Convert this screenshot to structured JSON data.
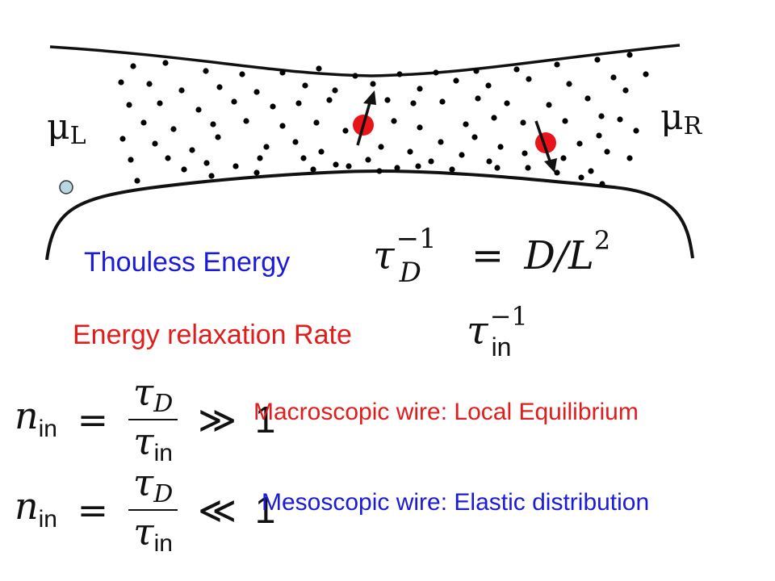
{
  "wire": {
    "mu_left_symbol": "μ",
    "mu_left_sub": "L",
    "mu_right_symbol": "μ",
    "mu_right_sub": "R",
    "colors": {
      "outline": "#111111",
      "electron": "#e8141a",
      "probe": "#b9d6e3",
      "dots": "#000000"
    }
  },
  "thouless": {
    "label": "Thouless Energy",
    "label_color": "#1a1ad8",
    "tau": "τ",
    "sub": "D",
    "sup": "−1",
    "equals": "=",
    "rhs": "D/L",
    "rhs_sup": "2"
  },
  "relaxation": {
    "label": "Energy relaxation Rate",
    "label_color": "#e21b1b",
    "tau": "τ",
    "sub": "in",
    "sup": "−1"
  },
  "macroscopic": {
    "n": "n",
    "n_sub": "in",
    "equals": "=",
    "num_tau": "τ",
    "num_sub": "D",
    "den_tau": "τ",
    "den_sub": "in",
    "relation": "≫",
    "value": "1",
    "text": "Macroscopic wire: Local Equilibrium",
    "text_color": "#e21b1b"
  },
  "mesoscopic": {
    "n": "n",
    "n_sub": "in",
    "equals": "=",
    "num_tau": "τ",
    "num_sub": "D",
    "den_tau": "τ",
    "den_sub": "in",
    "relation": "≪",
    "value": "1",
    "text": "Mesoscopic wire: Elastic distribution",
    "text_color": "#1a1ad8"
  }
}
